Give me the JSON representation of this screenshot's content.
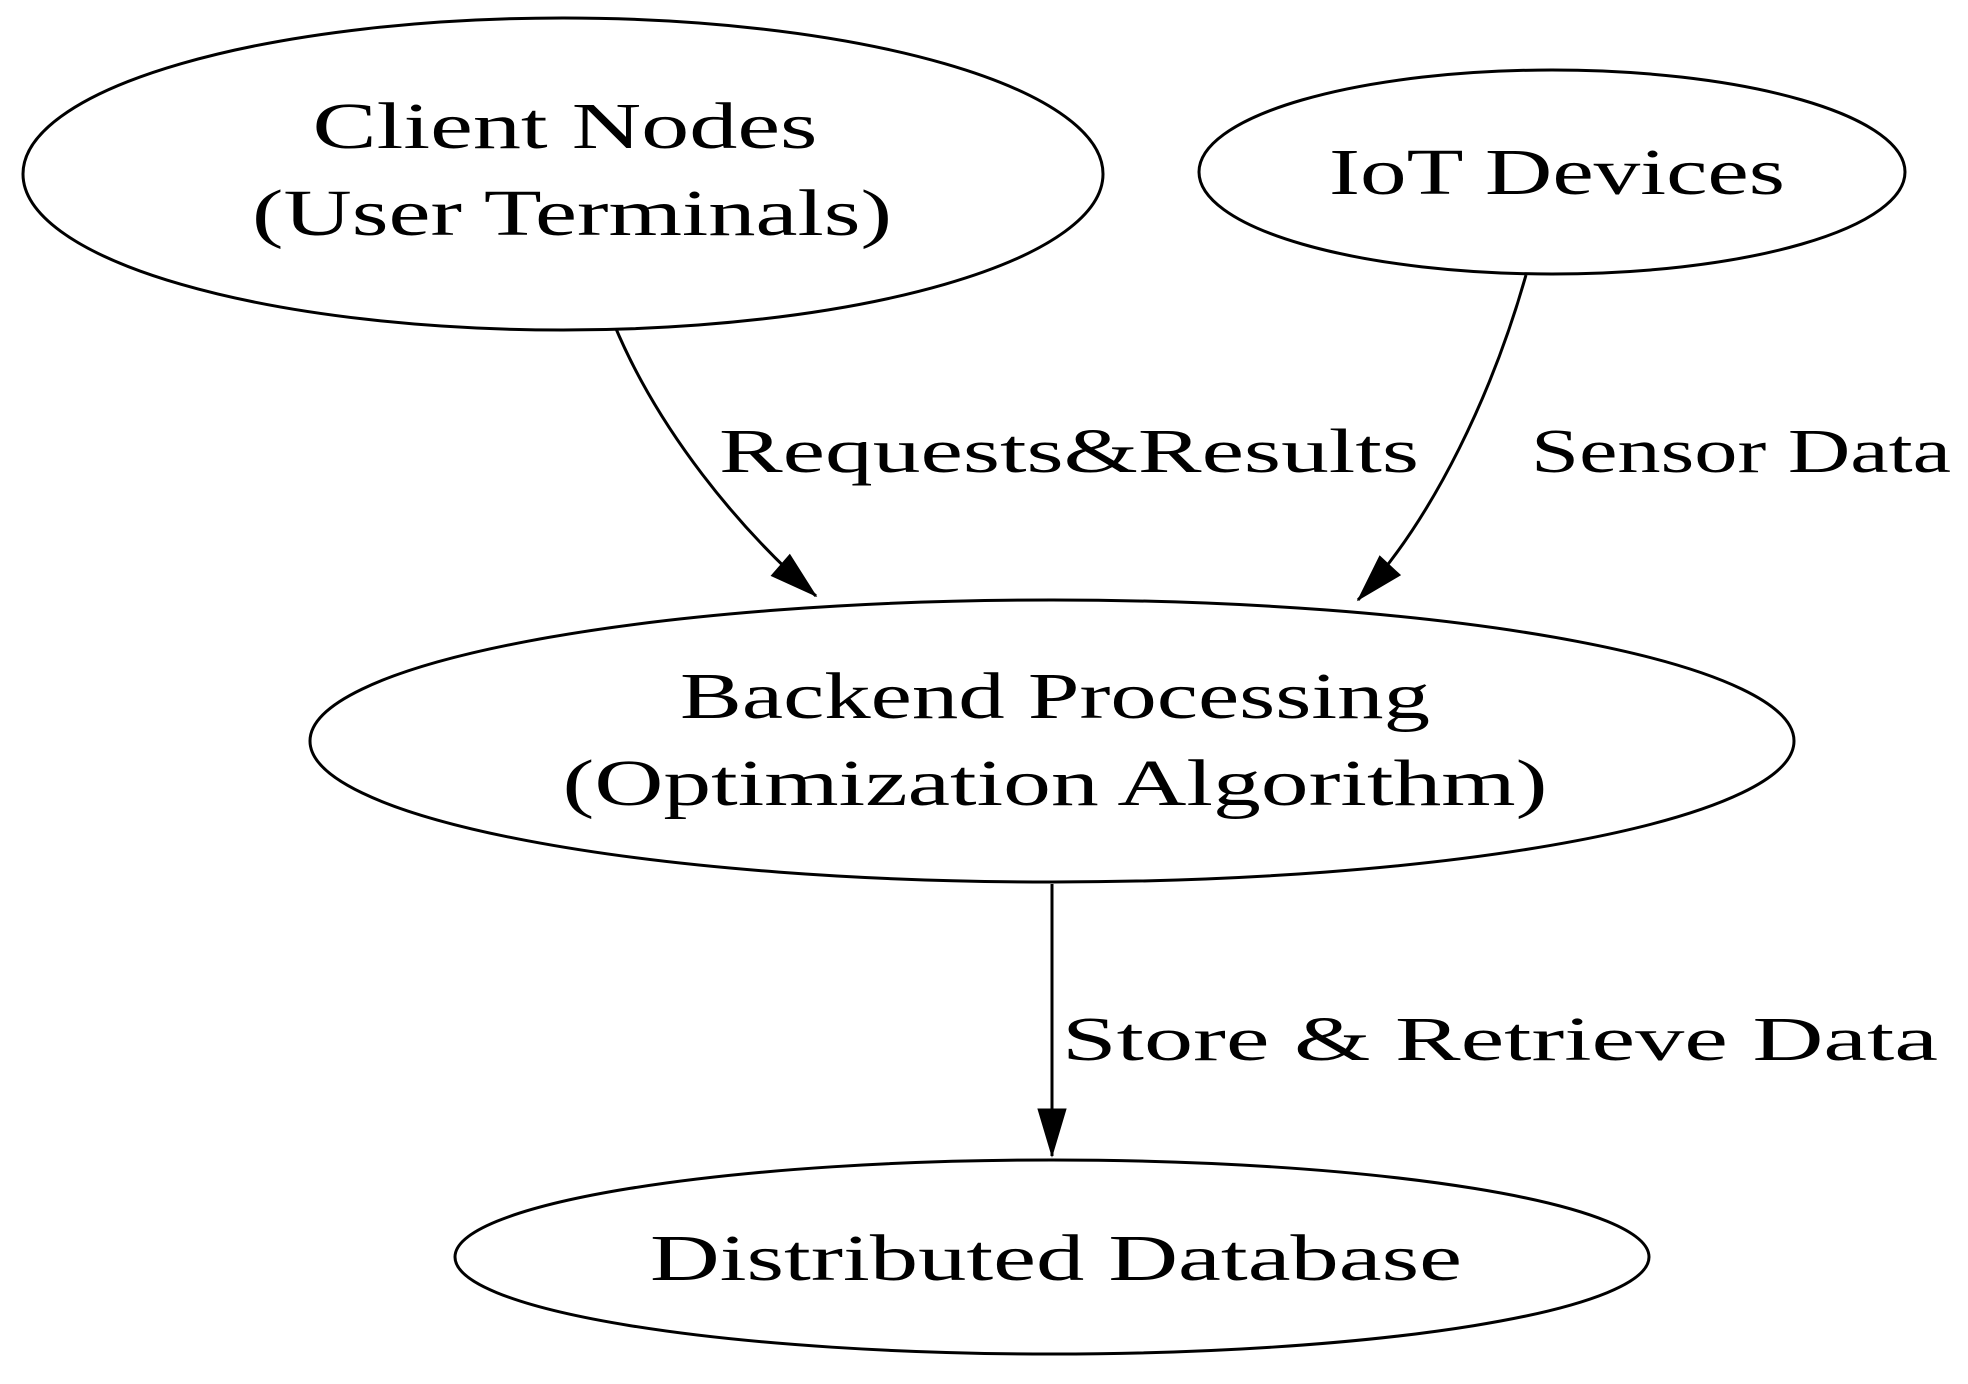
{
  "diagram": {
    "type": "directed-graph",
    "background_color": "#ffffff",
    "stroke_color": "#000000",
    "text_color": "#000000",
    "nodes": [
      {
        "id": "client",
        "shape": "ellipse",
        "label_lines": [
          "Client Nodes",
          "(User Terminals)"
        ]
      },
      {
        "id": "iot",
        "shape": "ellipse",
        "label_lines": [
          "IoT Devices"
        ]
      },
      {
        "id": "backend",
        "shape": "ellipse",
        "label_lines": [
          "Backend Processing",
          "(Optimization Algorithm)"
        ]
      },
      {
        "id": "database",
        "shape": "ellipse",
        "label_lines": [
          "Distributed Database"
        ]
      }
    ],
    "edges": [
      {
        "from": "client",
        "to": "backend",
        "label": "Requests&Results"
      },
      {
        "from": "iot",
        "to": "backend",
        "label": "Sensor Data"
      },
      {
        "from": "backend",
        "to": "database",
        "label": "Store & Retrieve Data"
      }
    ]
  }
}
